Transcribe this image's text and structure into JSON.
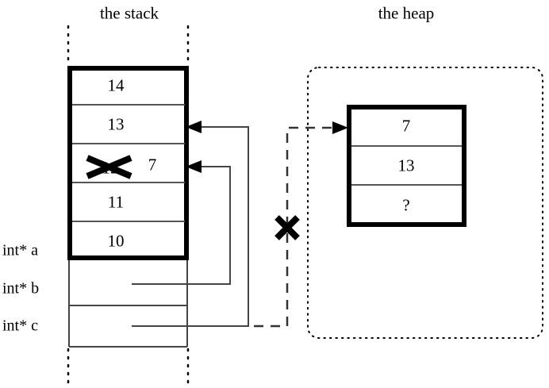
{
  "diagram": {
    "type": "memory-diagram",
    "headings": {
      "stack": "the stack",
      "heap": "the heap"
    },
    "stack": {
      "region_label": "the stack",
      "cells": [
        {
          "value": "14",
          "struck": false
        },
        {
          "value": "13",
          "struck": false
        },
        {
          "value": "12",
          "struck": true,
          "replacement": "7"
        },
        {
          "value": "11",
          "struck": false
        },
        {
          "value": "10",
          "struck": false
        }
      ],
      "pointer_rows": [
        {
          "label": "int* a",
          "value": ""
        },
        {
          "label": "int* b",
          "value": ""
        },
        {
          "label": "int* c",
          "value": ""
        }
      ]
    },
    "heap": {
      "region_label": "the heap",
      "cells": [
        {
          "value": "7"
        },
        {
          "value": "13"
        },
        {
          "value": "?"
        }
      ]
    },
    "annotations": {
      "strikeout_mark": "✕",
      "broken_link_mark": "✕",
      "unknown_value": "?"
    },
    "colors": {
      "ink": "#000000",
      "background": "#ffffff",
      "thin_rule": "#555555"
    }
  }
}
